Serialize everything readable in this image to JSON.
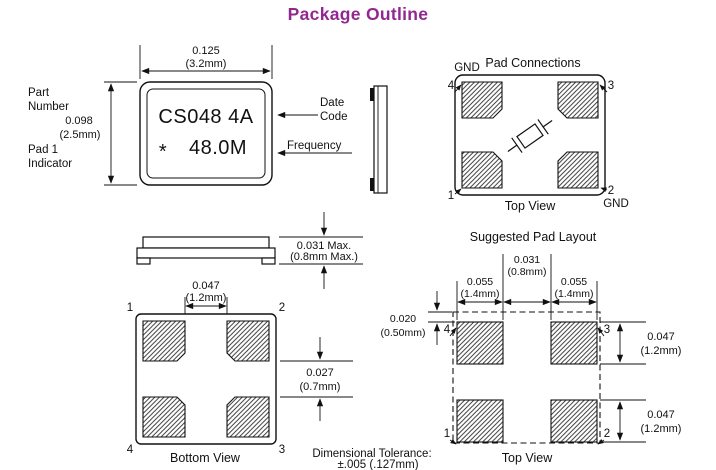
{
  "title": "Package Outline",
  "colors": {
    "title_purple": "#92278F",
    "line_black": "#111111"
  },
  "front_view": {
    "dim_width_in": "0.125",
    "dim_width_mm": "(3.2mm)",
    "dim_height_in": "0.098",
    "dim_height_mm": "(2.5mm)",
    "label_part_line1": "Part",
    "label_part_line2": "Number",
    "label_pad1_line1": "Pad 1",
    "label_pad1_line2": "Indicator",
    "marking_line1": "CS048 4A",
    "marking_line2_star": "*",
    "marking_line2_freq": "48.0M",
    "label_date_line1": "Date",
    "label_date_line2": "Code",
    "label_frequency": "Frequency"
  },
  "pad_connections": {
    "title": "Pad Connections",
    "gnd_top": "GND",
    "pin_top_left": "4",
    "pin_top_right": "3",
    "pin_bottom_left": "1",
    "pin_bottom_right": "2",
    "gnd_bottom": "GND",
    "caption": "Top View"
  },
  "side_view": {
    "dim_height_in": "0.031 Max.",
    "dim_height_mm": "(0.8mm Max.)"
  },
  "bottom_view": {
    "pin_top_left": "1",
    "pin_top_right": "2",
    "pin_bottom_left": "4",
    "pin_bottom_right": "3",
    "dim_pad_gap_in": "0.047",
    "dim_pad_gap_mm": "(1.2mm)",
    "dim_row_gap_in": "0.027",
    "dim_row_gap_mm": "(0.7mm)",
    "caption": "Bottom View"
  },
  "pad_layout": {
    "title": "Suggested Pad Layout",
    "dim_center_gap_in": "0.031",
    "dim_center_gap_mm": "(0.8mm)",
    "dim_pad_width_left_in": "0.055",
    "dim_pad_width_left_mm": "(1.4mm)",
    "dim_pad_width_right_in": "0.055",
    "dim_pad_width_right_mm": "(1.4mm)",
    "dim_edge_offset_in": "0.020",
    "dim_edge_offset_mm": "(0.50mm)",
    "dim_pad_height_top_in": "0.047",
    "dim_pad_height_top_mm": "(1.2mm)",
    "dim_pad_height_bottom_in": "0.047",
    "dim_pad_height_bottom_mm": "(1.2mm)",
    "pin_top_left": "4",
    "pin_top_right": "3",
    "pin_bottom_left": "1",
    "pin_bottom_right": "2",
    "caption": "Top View"
  },
  "footer": {
    "tolerance_line1": "Dimensional Tolerance:",
    "tolerance_line2": "±.005 (.127mm)"
  }
}
